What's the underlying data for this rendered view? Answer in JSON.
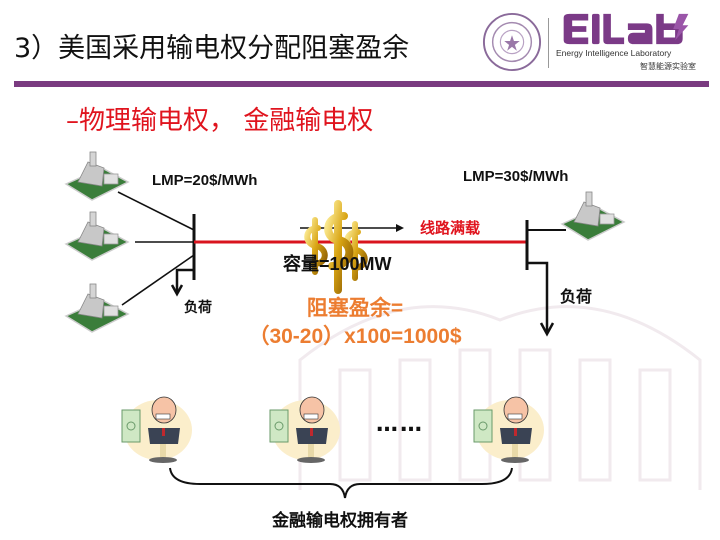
{
  "header": {
    "title": "3）美国采用输电权分配阻塞盈余",
    "logo": {
      "brand": "EILab",
      "english": "Energy Intelligence Laboratory",
      "chinese": "智慧能源实验室",
      "seal_text": "清华大学"
    },
    "accent_color": "#7a3b80"
  },
  "subtitle": "–物理输电权， 金融输电权",
  "diagram": {
    "left_bus": {
      "lmp_label": "LMP=20$/MWh",
      "load_label": "负荷",
      "generators": 3
    },
    "right_bus": {
      "lmp_label": "LMP=30$/MWh",
      "load_label": "负荷",
      "generators": 1
    },
    "line": {
      "status_label": "线路满载",
      "capacity_label": "容量=100MW",
      "line_color": "#d9141e"
    },
    "surplus": {
      "line1": "阻塞盈余=",
      "line2": "（30-20）x100=1000$",
      "color": "#ec7d31"
    }
  },
  "holders": {
    "count_shown": 3,
    "ellipsis": "……",
    "label": "金融输电权拥有者"
  }
}
